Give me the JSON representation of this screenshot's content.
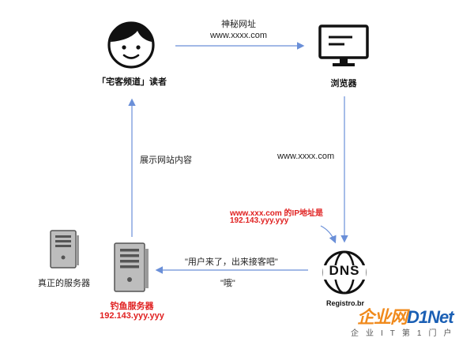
{
  "nodes": {
    "reader": {
      "label": "「宅客频道」读者"
    },
    "browser": {
      "label": "浏览器"
    },
    "dns": {
      "label": "Registro.br",
      "logo_text": "DNS"
    },
    "phishing_server": {
      "label": "钓鱼服务器",
      "ip": "192.143.yyy.yyy"
    },
    "real_server": {
      "label": "真正的服务器"
    }
  },
  "edges": {
    "reader_to_browser": {
      "line1": "神秘网址",
      "line2": "www.xxxx.com"
    },
    "browser_to_dns": {
      "label": "www.xxxx.com"
    },
    "dns_answer": {
      "line1": "www.xxx.com 的IP地址是",
      "line2": "192.143.yyy.yyy"
    },
    "dns_to_phishing": {
      "line1": "\"用户来了，出来接客吧\"",
      "line2": "\"哦\""
    },
    "phishing_to_reader": {
      "label": "展示网站内容"
    }
  },
  "watermark": {
    "brand_part1": "企业网",
    "brand_part2": "D1Net",
    "tagline": "企业IT第1门户"
  },
  "colors": {
    "arrow": "#6a8fd8",
    "highlight": "#e02020",
    "icon": "#111111",
    "server_fill": "#bdbdbd",
    "server_stroke": "#555555",
    "watermark_orange": "#f08a1c",
    "watermark_blue": "#1a5fb4"
  }
}
